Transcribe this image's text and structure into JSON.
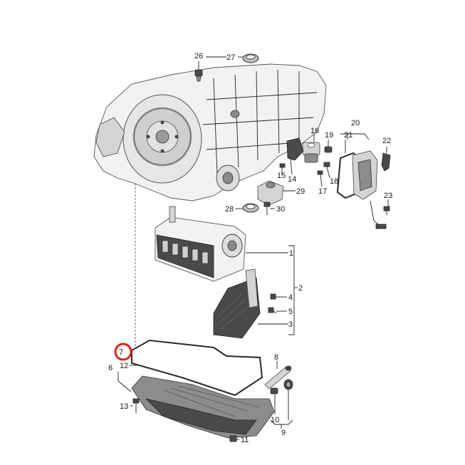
{
  "diagram": {
    "part_labels": {
      "p1": "1",
      "p2": "2",
      "p3": "3",
      "p4": "4",
      "p5": "5",
      "p6": "6",
      "p7": "7",
      "p8": "8",
      "p9": "9",
      "p10": "10",
      "p11": "11",
      "p12": "12",
      "p13": "13",
      "p14": "14",
      "p15": "15",
      "p16": "16",
      "p17": "17",
      "p18": "18",
      "p19": "19",
      "p20": "20",
      "p21": "21",
      "p22": "22",
      "p23": "23",
      "p26": "26",
      "p27": "27",
      "p28": "28",
      "p29": "29",
      "p30": "30"
    },
    "highlight": {
      "part": "7",
      "color": "#d9261c"
    },
    "colors": {
      "line": "#222222",
      "part_fill": "#f2f2f2",
      "part_dark": "#4a4a4a"
    }
  }
}
